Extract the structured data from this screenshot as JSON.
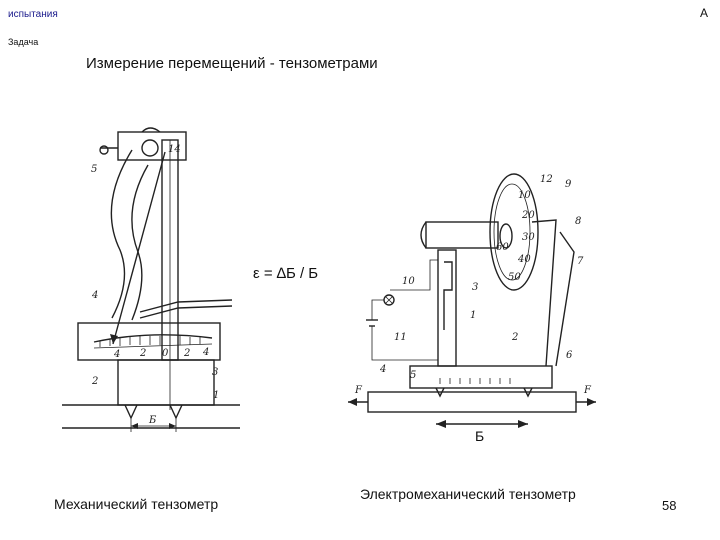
{
  "header": {
    "left_text": "испытания",
    "right_text": "А"
  },
  "task_label": "Задача",
  "title": "Измерение перемещений - тензометрами",
  "formula": "ε = ∆Б / Б",
  "captions": {
    "mechanical": "Механический тензометр",
    "electromechanical": "Электромеханический тензометр"
  },
  "page_number": "58",
  "left_figure": {
    "part_labels": [
      "1",
      "2",
      "3",
      "4",
      "5",
      "14"
    ],
    "scale_labels": [
      "4",
      "2",
      "0",
      "2",
      "4"
    ],
    "dimension_label": "Б"
  },
  "right_figure": {
    "part_labels": [
      "1",
      "2",
      "3",
      "4",
      "5",
      "6",
      "7",
      "8",
      "9",
      "10",
      "11",
      "12"
    ],
    "dial_labels": [
      "10",
      "20",
      "30",
      "40",
      "50",
      "60"
    ],
    "force_label": "F",
    "base_label": "Б"
  }
}
